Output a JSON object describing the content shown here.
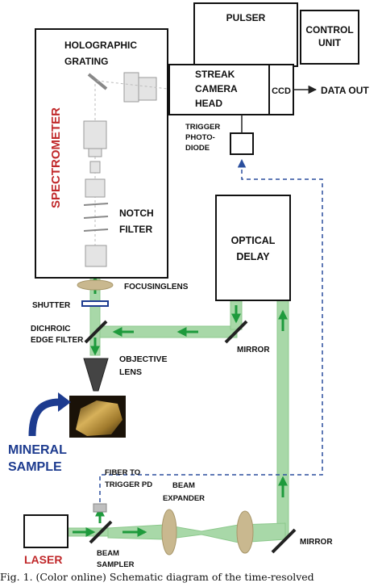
{
  "labels": {
    "pulser": "PULSER",
    "control_unit_1": "CONTROL",
    "control_unit_2": "UNIT",
    "holographic_1": "HOLOGRAPHIC",
    "holographic_2": "GRATING",
    "streak_1": "STREAK",
    "streak_2": "CAMERA",
    "streak_3": "HEAD",
    "ccd": "CCD",
    "data_out": "DATA OUT",
    "trigger_1": "TRIGGER",
    "trigger_2": "PHOTO-",
    "trigger_3": "DIODE",
    "spectrometer": "SPECTROMETER",
    "notch_1": "NOTCH",
    "notch_2": "FILTER",
    "optical_delay_1": "OPTICAL",
    "optical_delay_2": "DELAY",
    "focusing_lens": "FOCUSINGLENS",
    "shutter": "SHUTTER",
    "dichroic_1": "DICHROIC",
    "dichroic_2": "EDGE FILTER",
    "mirror_top": "MIRROR",
    "objective_1": "OBJECTIVE",
    "objective_2": "LENS",
    "mineral_1": "MINERAL",
    "mineral_2": "SAMPLE",
    "fiber_1": "FIBER TO",
    "fiber_2": "TRIGGER PD",
    "beam_expander_1": "BEAM",
    "beam_expander_2": "EXPANDER",
    "laser": "LASER",
    "laser_label": "LASER",
    "beam_sampler_1": "BEAM",
    "beam_sampler_2": "SAMPLER",
    "mirror_bottom": "MIRROR"
  },
  "caption": "Fig. 1.  (Color online) Schematic diagram of the time-resolved",
  "colors": {
    "beam": "#a8d8a8",
    "arrow": "#1e9a3c",
    "laser_red": "#c0282a",
    "mineral_blue": "#1d3b8f",
    "fiber_blue": "#2b4f9e",
    "lens": "#c9b88f"
  }
}
